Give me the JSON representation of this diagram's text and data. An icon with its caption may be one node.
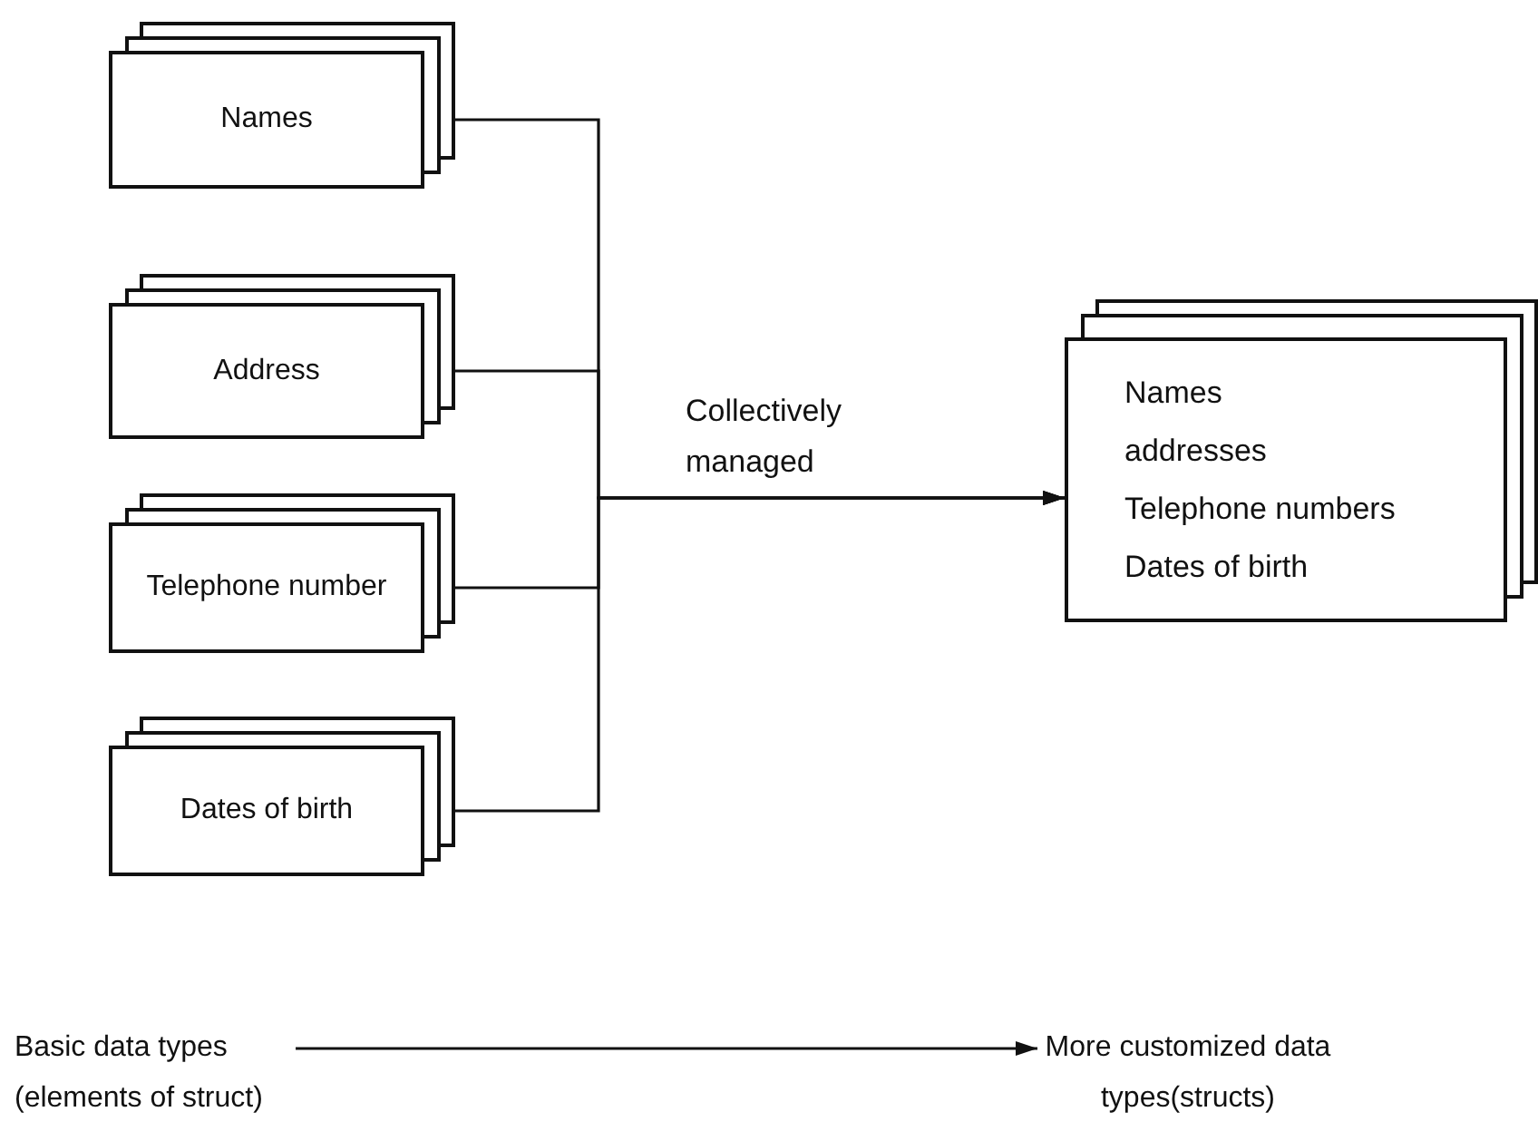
{
  "diagram": {
    "nodes": [
      {
        "text": [
          "Names"
        ]
      },
      {
        "text": [
          "Address"
        ]
      },
      {
        "text": [
          "Telephone number"
        ]
      },
      {
        "text": [
          "Dates of birth"
        ]
      },
      {
        "text": [
          "Names",
          "addresses",
          "Telephone numbers",
          "Dates of birth"
        ]
      },
      {
        "text": [
          "Basic data types (elements of struct)"
        ]
      },
      {
        "text": [
          "More customized data types(structs)"
        ]
      }
    ],
    "edges": [
      {
        "from": 0,
        "to": 4,
        "arrow": "to"
      },
      {
        "from": 1,
        "to": 4,
        "arrow": "to",
        "label": "Collectively managed"
      },
      {
        "from": 2,
        "to": 4,
        "arrow": "to"
      },
      {
        "from": 3,
        "to": 4,
        "arrow": "to"
      },
      {
        "from": 5,
        "to": 6,
        "arrow": "to"
      }
    ]
  }
}
